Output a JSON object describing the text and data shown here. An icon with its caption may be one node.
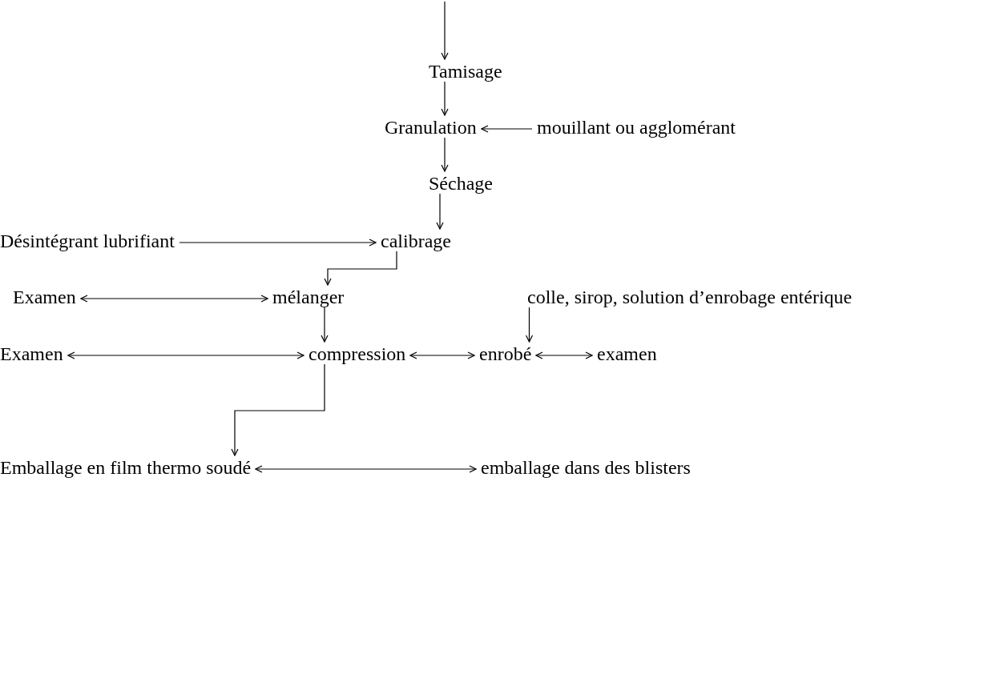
{
  "diagram": {
    "nodes": [
      {
        "text": [
          "Tamisage"
        ]
      },
      {
        "text": [
          "Granulation"
        ]
      },
      {
        "text": [
          "mouillant ou agglomérant"
        ]
      },
      {
        "text": [
          "Séchage"
        ]
      },
      {
        "text": [
          "Désintégrant lubrifiant"
        ]
      },
      {
        "text": [
          "calibrage"
        ]
      },
      {
        "text": [
          "Examen"
        ]
      },
      {
        "text": [
          "mélanger"
        ]
      },
      {
        "text": [
          "colle, sirop, solution d’enrobage entérique"
        ]
      },
      {
        "text": [
          "Examen"
        ]
      },
      {
        "text": [
          "compression"
        ]
      },
      {
        "text": [
          "enrobé"
        ]
      },
      {
        "text": [
          "examen"
        ]
      },
      {
        "text": [
          "Emballage en film thermo soudé"
        ]
      },
      {
        "text": [
          "emballage dans des blisters"
        ]
      }
    ],
    "edges": [
      {
        "from": null,
        "to": 0,
        "arrow": "to"
      },
      {
        "from": 0,
        "to": 1,
        "arrow": "to"
      },
      {
        "from": 2,
        "to": 1,
        "arrow": "to"
      },
      {
        "from": 1,
        "to": 3,
        "arrow": "to"
      },
      {
        "from": 3,
        "to": 5,
        "arrow": "to"
      },
      {
        "from": 4,
        "to": 5,
        "arrow": "to"
      },
      {
        "from": 5,
        "to": 7,
        "arrow": "to"
      },
      {
        "from": 6,
        "to": 7,
        "arrow": "both"
      },
      {
        "from": 7,
        "to": 10,
        "arrow": "to"
      },
      {
        "from": 8,
        "to": 11,
        "arrow": "to"
      },
      {
        "from": 9,
        "to": 10,
        "arrow": "both"
      },
      {
        "from": 10,
        "to": 11,
        "arrow": "both"
      },
      {
        "from": 11,
        "to": 12,
        "arrow": "both"
      },
      {
        "from": 10,
        "to": 13,
        "arrow": "to"
      },
      {
        "from": 13,
        "to": 14,
        "arrow": "both"
      }
    ]
  }
}
